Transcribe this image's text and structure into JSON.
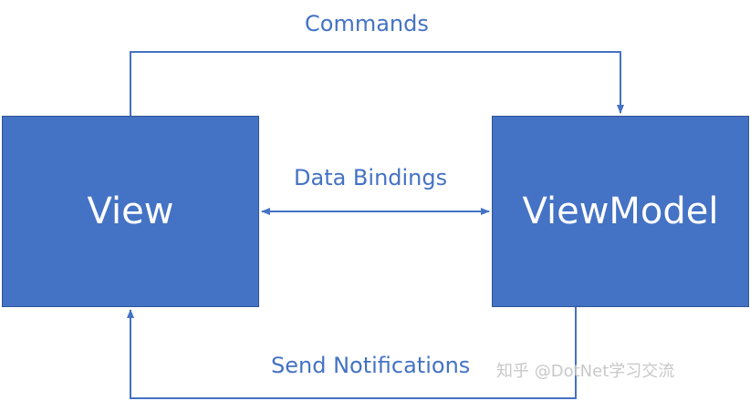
{
  "diagram": {
    "nodes": {
      "view": "View",
      "viewmodel": "ViewModel"
    },
    "edges": {
      "commands": "Commands",
      "data_bindings": "Data Bindings",
      "send_notifications": "Send Notifications"
    },
    "colors": {
      "box_fill": "#4472c4",
      "box_border": "#2f5597",
      "line": "#4472c4",
      "box_text": "#ffffff",
      "watermark": "#c8c8c8"
    }
  },
  "watermark": "知乎 @DotNet学习交流"
}
